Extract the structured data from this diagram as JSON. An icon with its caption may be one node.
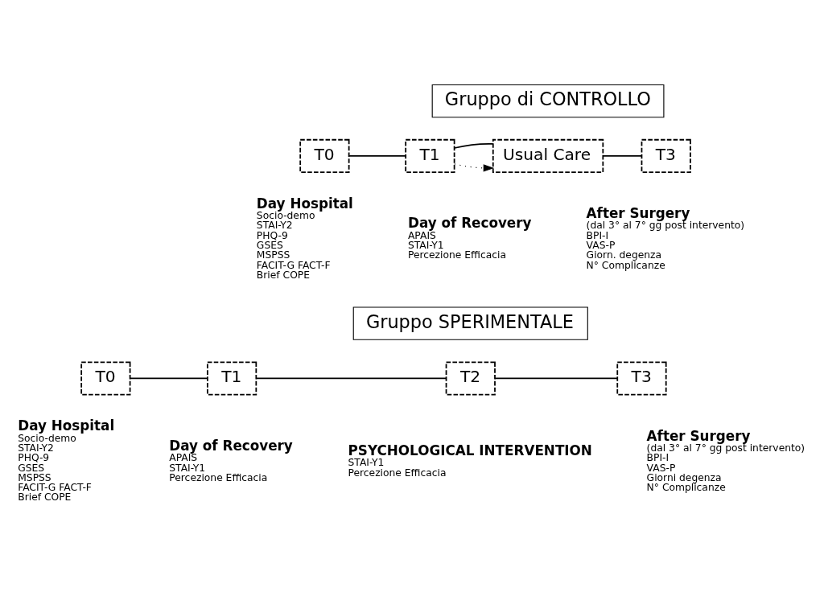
{
  "diagram": {
    "nodes": [
      {
        "text": [
          "Gruppo di CONTROLLO"
        ]
      },
      {
        "text": [
          "T0"
        ],
        "beside": [
          "Day Hospital",
          "Socio-demo",
          "STAI-Y2",
          "PHQ-9",
          "GSES",
          "MSPSS",
          "FACIT-G FACT-F",
          "Brief COPE"
        ]
      },
      {
        "text": [
          "T1"
        ],
        "beside": [
          "Day of Recovery",
          "APAIS",
          "STAI-Y1",
          "Percezione Efficacia"
        ]
      },
      {
        "text": [
          "Usual Care"
        ]
      },
      {
        "text": [
          "T3"
        ],
        "beside": [
          "After Surgery",
          "(dal 3° al 7° gg post intervento)",
          "BPI-I",
          "VAS-P",
          "Giorn. degenza",
          "N° Complicanze"
        ]
      },
      {
        "text": [
          "Gruppo SPERIMENTALE"
        ]
      },
      {
        "text": [
          "T0"
        ],
        "beside": [
          "Day Hospital",
          "Socio-demo",
          "STAI-Y2",
          "PHQ-9",
          "GSES",
          "MSPSS",
          "FACIT-G FACT-F",
          "Brief COPE"
        ]
      },
      {
        "text": [
          "T1"
        ],
        "beside": [
          "Day of Recovery",
          "APAIS",
          "STAI-Y1",
          "Percezione Efficacia"
        ]
      },
      {
        "text": [
          "T2"
        ],
        "beside": [
          "PSYCHOLOGICAL INTERVENTION",
          "STAI-Y1",
          "Percezione Efficacia"
        ]
      },
      {
        "text": [
          "T3"
        ],
        "beside": [
          "After Surgery",
          "(dal 3° al 7° gg post intervento)",
          "BPI-I",
          "VAS-P",
          "Giorni degenza",
          "N° Complicanze"
        ]
      }
    ],
    "edges": [
      {
        "from": 1,
        "to": 2,
        "arrow": "none"
      },
      {
        "from": 2,
        "to": 3,
        "arrow": "to",
        "style": "dashed"
      },
      {
        "from": 2,
        "to": 3,
        "arrow": "none"
      },
      {
        "from": 3,
        "to": 4,
        "arrow": "none"
      },
      {
        "from": 6,
        "to": 7,
        "arrow": "none"
      },
      {
        "from": 7,
        "to": 8,
        "arrow": "none"
      },
      {
        "from": 8,
        "to": 9,
        "arrow": "none"
      }
    ]
  }
}
